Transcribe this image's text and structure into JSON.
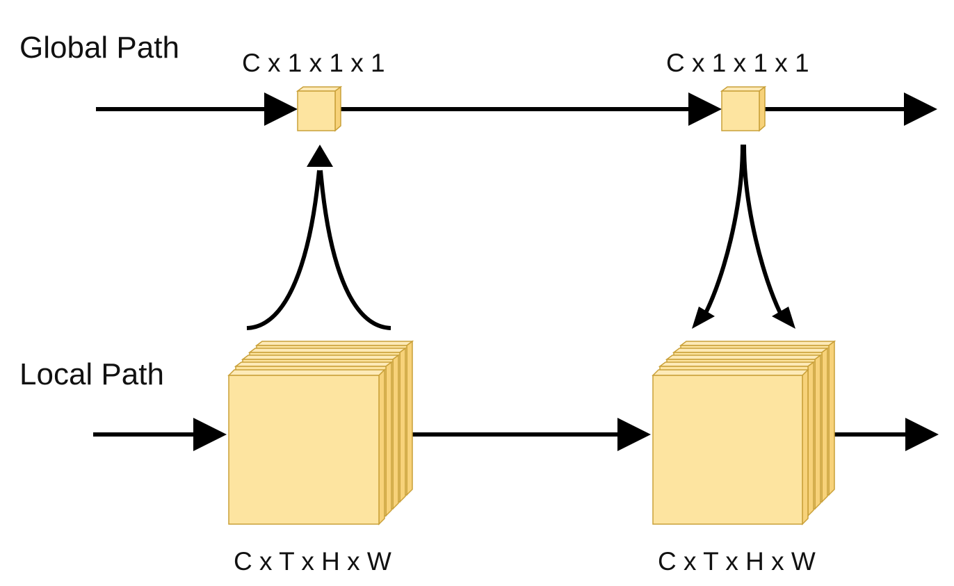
{
  "labels": {
    "global_path": "Global Path",
    "local_path": "Local Path",
    "global_dim_1": "C x 1 x 1 x 1",
    "global_dim_2": "C x 1 x 1 x 1",
    "local_dim_1": "C x T x H x W",
    "local_dim_2": "C x T x H x W"
  },
  "colors": {
    "cube_face": "#fde4a0",
    "cube_top": "#fdeab8",
    "cube_side": "#f7d27a",
    "cube_stroke": "#c9a038",
    "arrow": "#000000"
  }
}
